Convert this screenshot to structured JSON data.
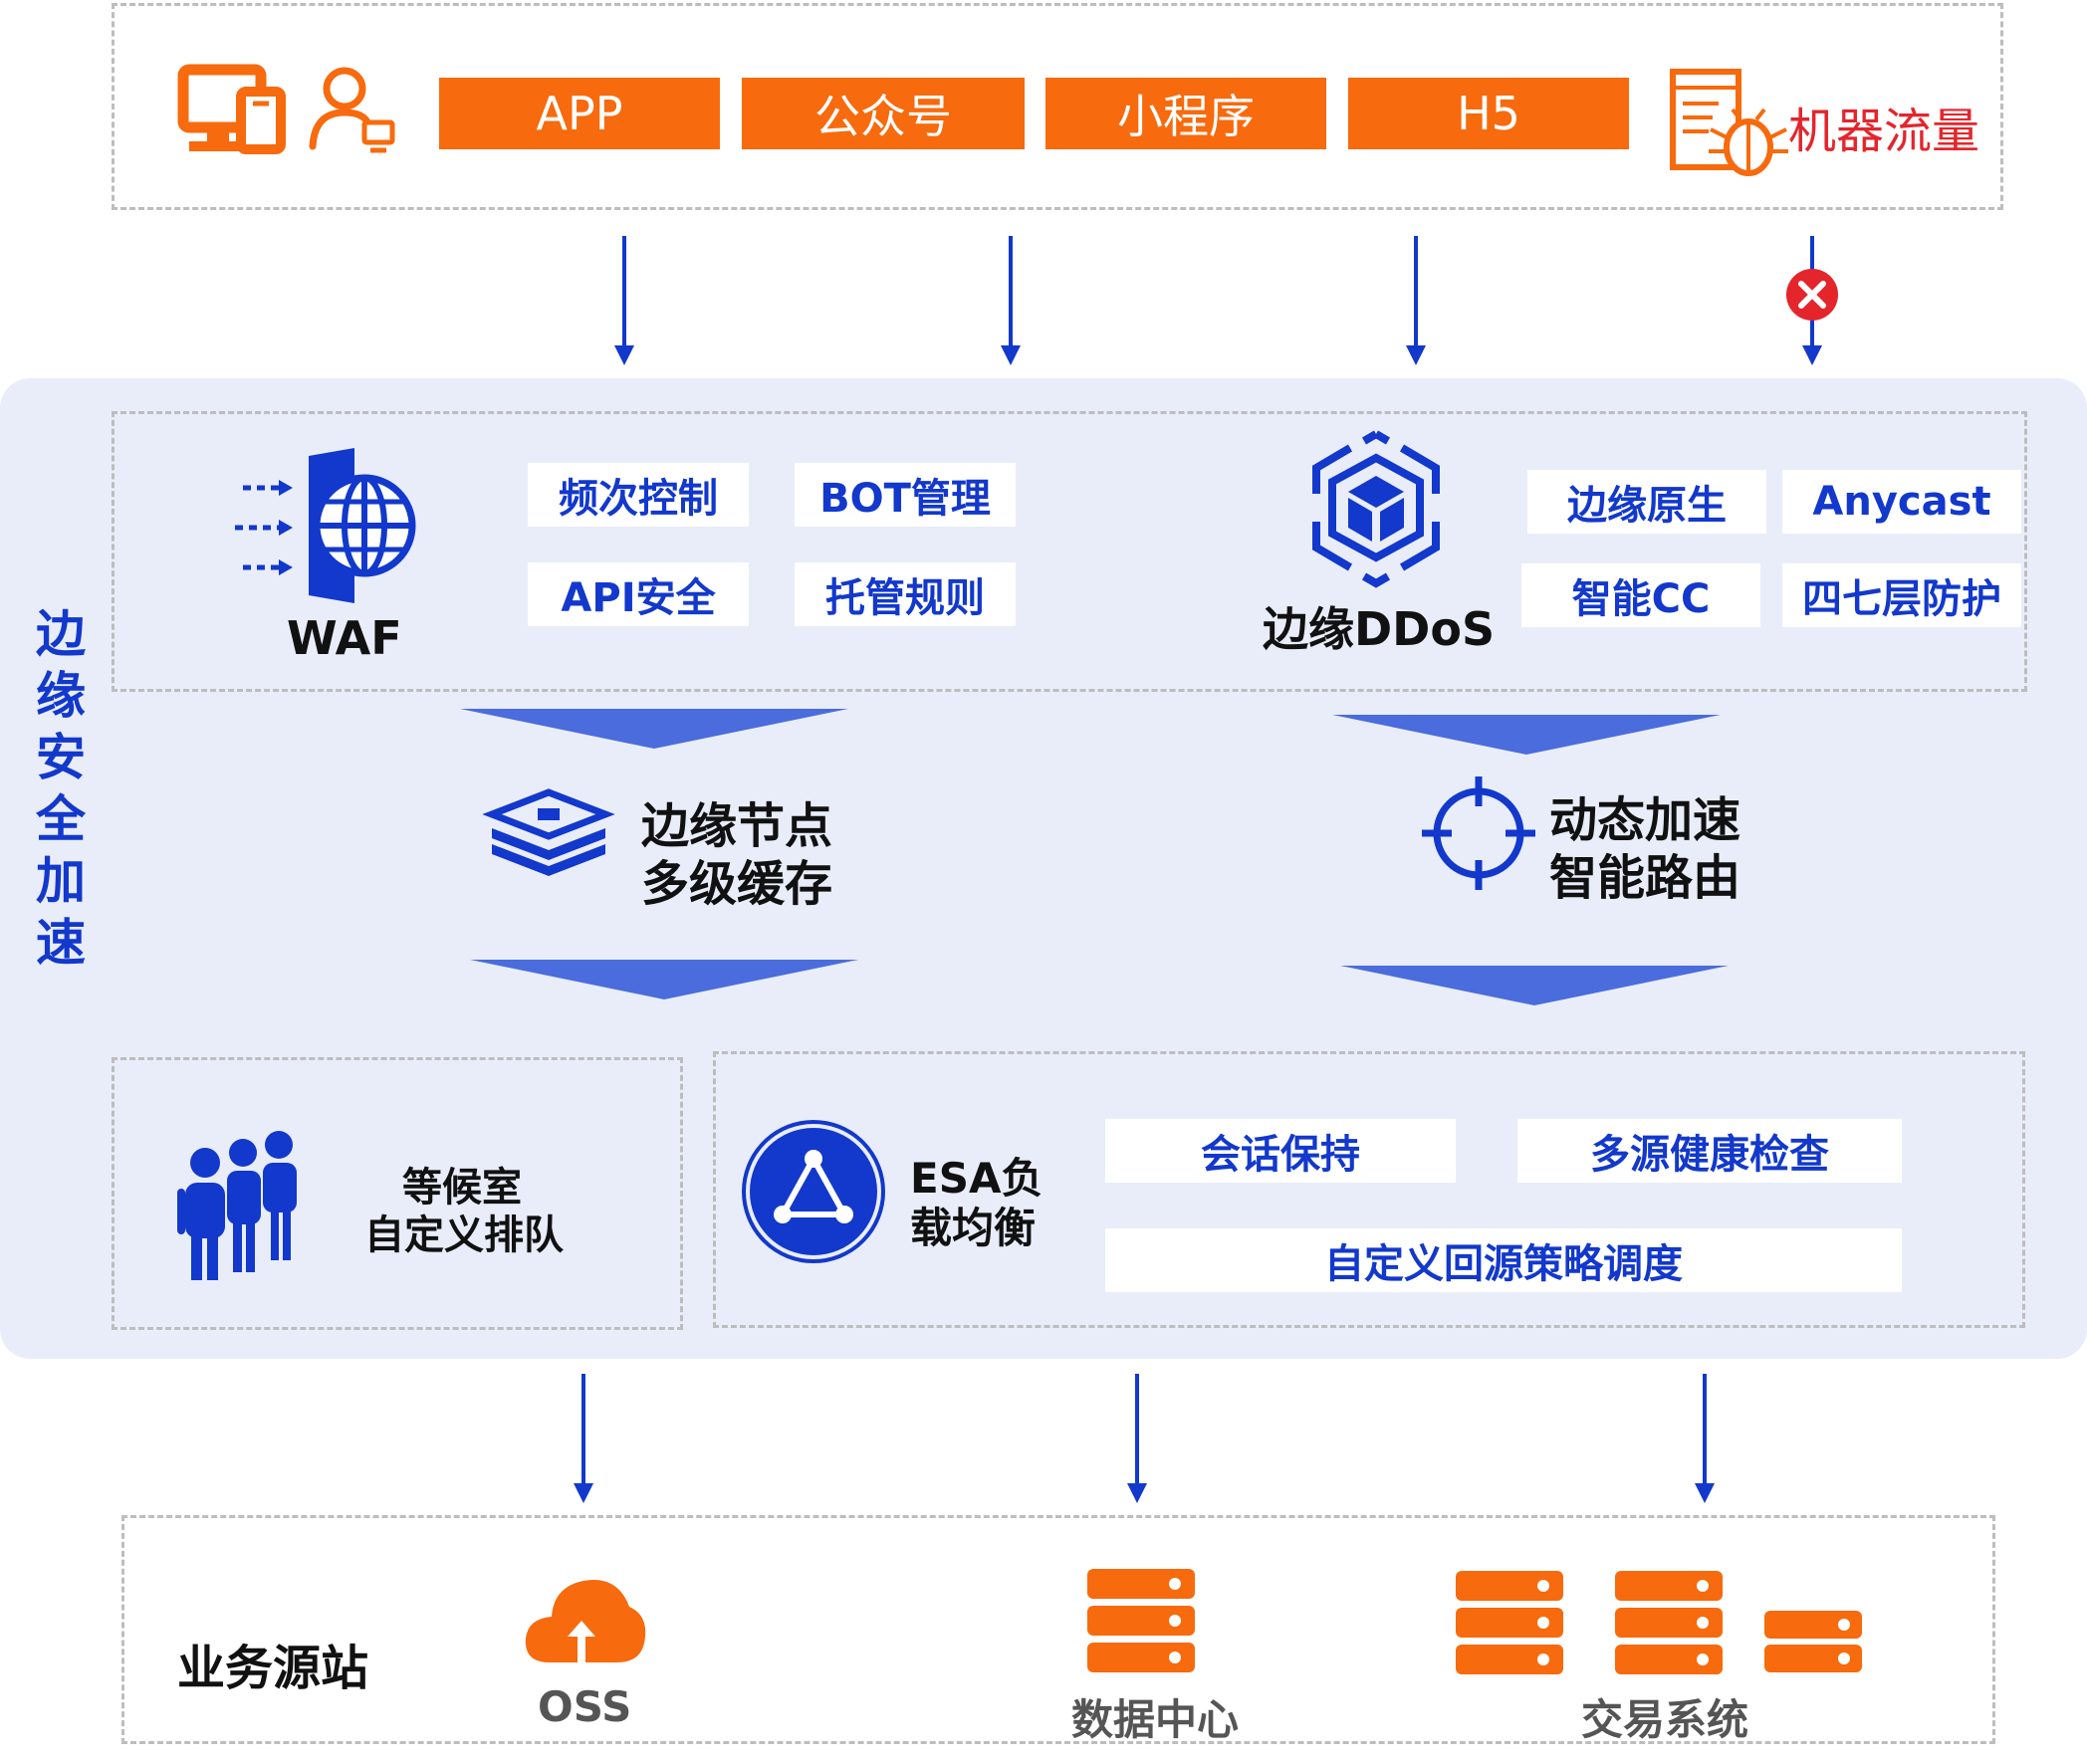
{
  "sources": {
    "terminals": [
      "APP",
      "公众号",
      "小程序",
      "H5"
    ],
    "bot": "机器流量"
  },
  "edge": {
    "title": "边缘安全加速",
    "waf": {
      "name": "WAF",
      "features": [
        "频次控制",
        "BOT管理",
        "API安全",
        "托管规则"
      ]
    },
    "ddos": {
      "name": "边缘DDoS",
      "features": [
        "边缘原生",
        "Anycast",
        "智能CC",
        "四七层防护"
      ]
    },
    "cache": {
      "line1": "边缘节点",
      "line2": "多级缓存"
    },
    "dynamic": {
      "line1": "动态加速",
      "line2": "智能路由"
    },
    "waiting_room": {
      "line1": "等候室",
      "line2": "自定义排队"
    },
    "lb": {
      "line1": "ESA负",
      "line2": "载均衡",
      "features": [
        "会话保持",
        "多源健康检查",
        "自定义回源策略调度"
      ]
    }
  },
  "origin": {
    "title": "业务源站",
    "items": [
      "OSS",
      "数据中心",
      "交易系统"
    ]
  },
  "colors": {
    "orange": "#f76a0d",
    "blue": "#1238cc",
    "panel": "#e9edfa",
    "triangle": "#4a6cdc",
    "block_red": "#e4252c"
  }
}
